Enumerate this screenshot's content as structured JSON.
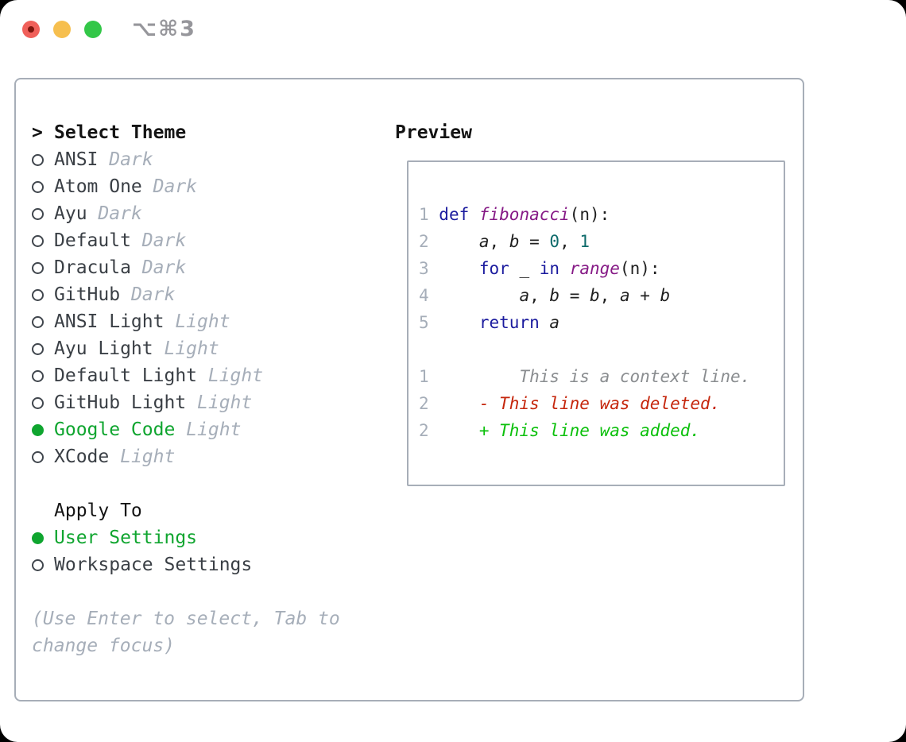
{
  "window": {
    "title": "⌥⌘3"
  },
  "colors": {
    "page-bg": "#000000",
    "window-bg": "#ffffff",
    "panel-border": "#a7aeb8",
    "title-gray": "#96969b",
    "traffic-red": "#f0605a",
    "traffic-red-core": "#7e150d",
    "traffic-yellow": "#f6bf4f",
    "traffic-green": "#33c748",
    "text-primary": "#3a3f45",
    "text-strong": "#141414",
    "text-secondary": "#a6aeb9",
    "accent-green": "#0fa52f",
    "code-plain": "#1f1f1f",
    "code-keyword": "#1b1b9e",
    "code-function": "#861a86",
    "code-number": "#0e6b6b",
    "diff-context": "#8a8d90",
    "diff-deleted": "#c5260c",
    "diff-added": "#0cc00c"
  },
  "theme_selector": {
    "prompt": ">",
    "header": "Select Theme",
    "items": [
      {
        "name": "ANSI",
        "variant": "Dark",
        "selected": false
      },
      {
        "name": "Atom One",
        "variant": "Dark",
        "selected": false
      },
      {
        "name": "Ayu",
        "variant": "Dark",
        "selected": false
      },
      {
        "name": "Default",
        "variant": "Dark",
        "selected": false
      },
      {
        "name": "Dracula",
        "variant": "Dark",
        "selected": false
      },
      {
        "name": "GitHub",
        "variant": "Dark",
        "selected": false
      },
      {
        "name": "ANSI Light",
        "variant": "Light",
        "selected": false
      },
      {
        "name": "Ayu Light",
        "variant": "Light",
        "selected": false
      },
      {
        "name": "Default Light",
        "variant": "Light",
        "selected": false
      },
      {
        "name": "GitHub Light",
        "variant": "Light",
        "selected": false
      },
      {
        "name": "Google Code",
        "variant": "Light",
        "selected": true
      },
      {
        "name": "XCode",
        "variant": "Light",
        "selected": false
      }
    ]
  },
  "apply_to": {
    "header": "Apply To",
    "items": [
      {
        "name": "User Settings",
        "selected": true
      },
      {
        "name": "Workspace Settings",
        "selected": false
      }
    ]
  },
  "hint": {
    "lines": [
      "(Use Enter to select, Tab to",
      "change focus)"
    ]
  },
  "preview": {
    "title": "Preview",
    "code_lines": [
      [
        [
          "1 ",
          "ln"
        ],
        [
          "def ",
          "kw"
        ],
        [
          "fibonacci",
          "fn"
        ],
        [
          "(n):",
          "pl"
        ]
      ],
      [
        [
          "2 ",
          "ln"
        ],
        [
          "    ",
          "pl"
        ],
        [
          "a",
          "var"
        ],
        [
          ", ",
          "pl"
        ],
        [
          "b",
          "var"
        ],
        [
          " = ",
          "pl"
        ],
        [
          "0",
          "num"
        ],
        [
          ", ",
          "pl"
        ],
        [
          "1",
          "num"
        ]
      ],
      [
        [
          "3 ",
          "ln"
        ],
        [
          "    ",
          "pl"
        ],
        [
          "for",
          "kw"
        ],
        [
          " _ ",
          "pl"
        ],
        [
          "in",
          "kw"
        ],
        [
          " ",
          "pl"
        ],
        [
          "range",
          "fn"
        ],
        [
          "(n):",
          "pl"
        ]
      ],
      [
        [
          "4 ",
          "ln"
        ],
        [
          "        ",
          "pl"
        ],
        [
          "a",
          "var"
        ],
        [
          ", ",
          "pl"
        ],
        [
          "b",
          "var"
        ],
        [
          " = ",
          "pl"
        ],
        [
          "b",
          "var"
        ],
        [
          ", ",
          "pl"
        ],
        [
          "a",
          "var"
        ],
        [
          " + ",
          "pl"
        ],
        [
          "b",
          "var"
        ]
      ],
      [
        [
          "5 ",
          "ln"
        ],
        [
          "    ",
          "pl"
        ],
        [
          "return",
          "kw"
        ],
        [
          " ",
          "pl"
        ],
        [
          "a",
          "var"
        ]
      ],
      [],
      [
        [
          "1 ",
          "ln"
        ],
        [
          "        ",
          "pl"
        ],
        [
          "This is a context line.",
          "ctx"
        ]
      ],
      [
        [
          "2 ",
          "ln"
        ],
        [
          "    ",
          "pl"
        ],
        [
          "- This line was deleted.",
          "del"
        ]
      ],
      [
        [
          "2 ",
          "ln"
        ],
        [
          "    ",
          "pl"
        ],
        [
          "+ This line was added.",
          "add"
        ]
      ]
    ]
  }
}
